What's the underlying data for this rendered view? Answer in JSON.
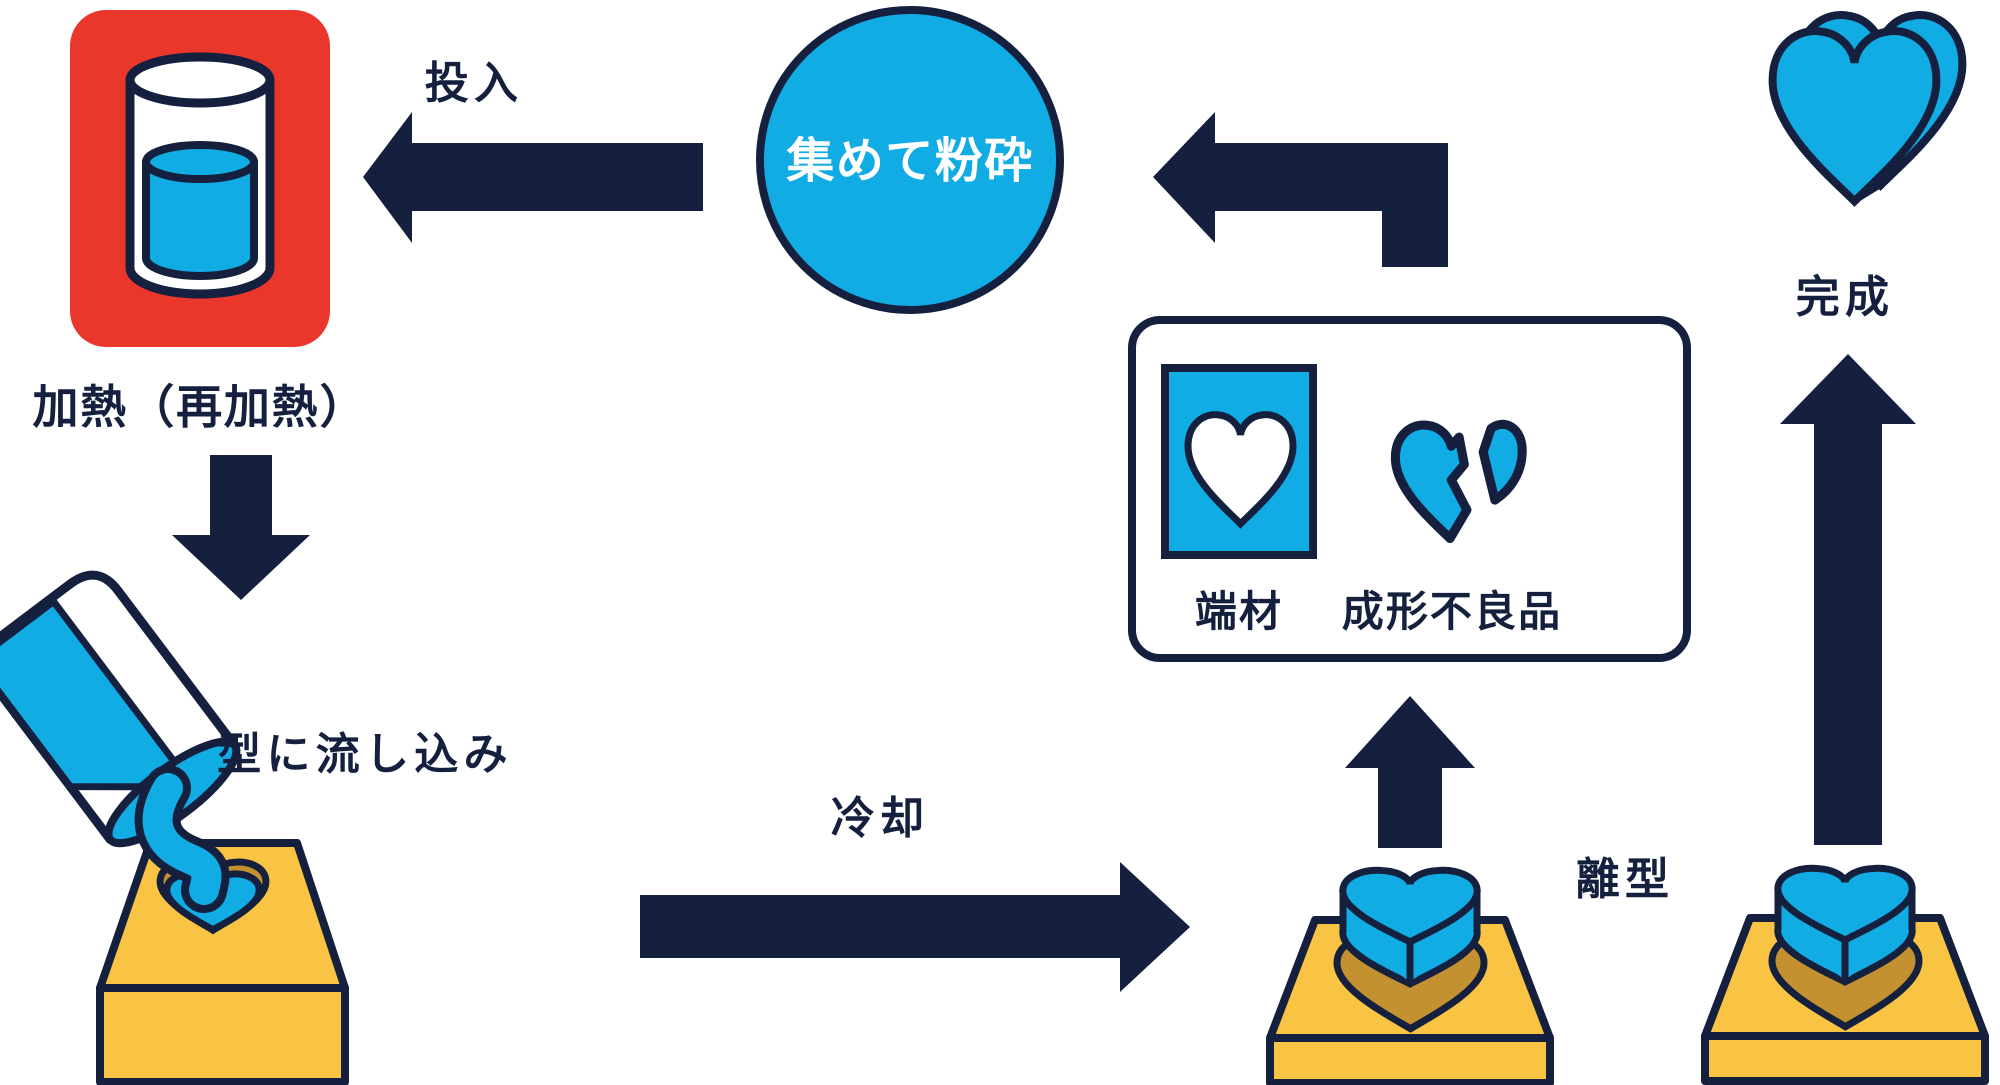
{
  "diagram_title": "plastic-remolding-recycle-process",
  "colors": {
    "navy": "#14203E",
    "blue": "#12ACE4",
    "red": "#EA372B",
    "yellow": "#F9C443",
    "tan": "#C3912F",
    "white": "#FFFFFF",
    "bg": "#FFFFFF"
  },
  "nodes": {
    "heating": {
      "label": "加熱（再加熱）",
      "icon": "beaker-with-liquid"
    },
    "crush": {
      "label": "集めて粉砕",
      "icon": "circle-badge"
    },
    "finished": {
      "label": "完成",
      "icon": "3d-heart"
    },
    "pour": {
      "label": "型に流し込み",
      "icon": "pouring-cup-into-mold"
    },
    "demold": {
      "label": "離型",
      "icon": "heart-on-mold"
    },
    "scrap_box": {
      "scrap_label": "端材",
      "defect_label": "成形不良品",
      "scrap_icon": "heart-cutout-sheet",
      "defect_icon": "broken-heart"
    }
  },
  "arrows": {
    "input": {
      "label": "投入",
      "direction": "left"
    },
    "cooling": {
      "label": "冷却",
      "direction": "right"
    },
    "reheat_feed": {
      "label": "",
      "direction": "down"
    },
    "to_scrap_box": {
      "label": "",
      "direction": "up"
    },
    "to_finished": {
      "label": "",
      "direction": "up"
    },
    "collect_elbow": {
      "label": "",
      "direction": "up-then-left"
    }
  }
}
